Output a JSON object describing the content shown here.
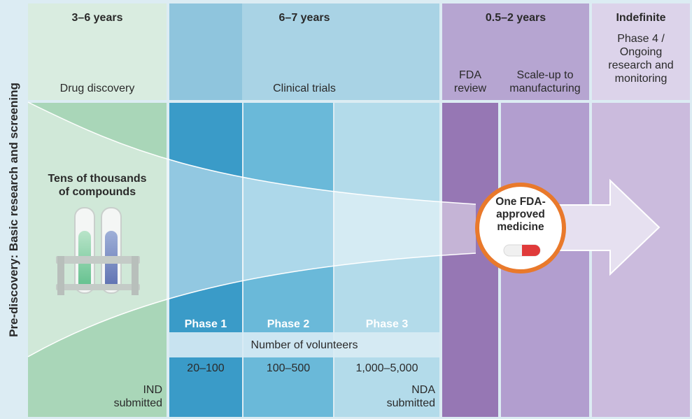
{
  "side_label": "Pre-discovery: Basic research and screening",
  "durations": {
    "discovery": "3–6 years",
    "clinical": "6–7 years",
    "review": "0.5–2 years",
    "phase4": "Indefinite"
  },
  "stages": {
    "discovery": "Drug discovery",
    "clinical": "Clinical trials",
    "fda_review": "FDA review",
    "scale_up": "Scale-up to manufacturing",
    "phase4": "Phase 4 / Ongoing research and monitoring"
  },
  "compounds_label": "Tens of thousands of compounds",
  "result_label": "One FDA-approved medicine",
  "phases": [
    "Phase 1",
    "Phase 2",
    "Phase 3"
  ],
  "volunteers_label": "Number of volunteers",
  "volunteer_counts": [
    "20–100",
    "100–500",
    "1,000–5,000"
  ],
  "milestones": {
    "ind": "IND submitted",
    "nda": "NDA submitted"
  },
  "colors": {
    "discovery": "#a9d6b8",
    "phase1": "#3a9bc8",
    "phase2": "#6ab9d9",
    "phase3": "#b3dbea",
    "fda_review": "#9677b4",
    "scale_up": "#b29ecf",
    "phase4": "#cbbbdd",
    "badge_ring": "#e9792b",
    "pill_red": "#e03a3a"
  }
}
